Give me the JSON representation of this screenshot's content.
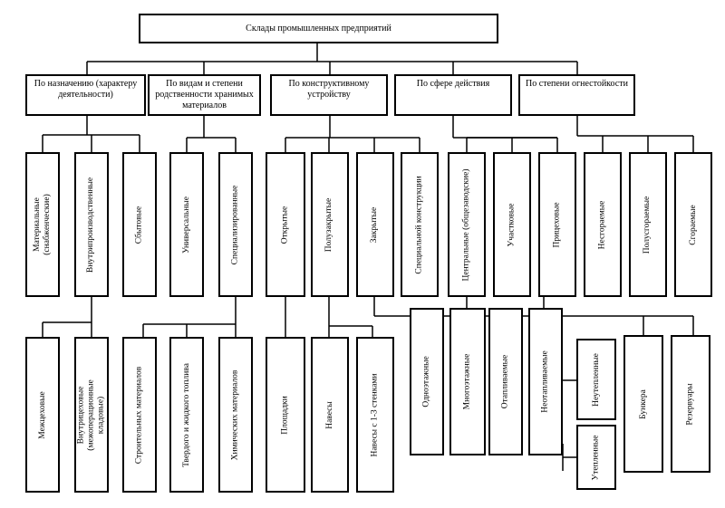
{
  "title": "Склады промышленных предприятий",
  "categories": [
    {
      "id": "c1",
      "label": "По назначению (характеру деятельности)"
    },
    {
      "id": "c2",
      "label": "По видам и степени родственности хранимых материалов"
    },
    {
      "id": "c3",
      "label": "По конструктивному устройству"
    },
    {
      "id": "c4",
      "label": "По сфере действия"
    },
    {
      "id": "c5",
      "label": "По степени огнестойкости"
    }
  ],
  "level2": [
    {
      "id": "m1",
      "label": "Материальные (снабженческие)"
    },
    {
      "id": "m2",
      "label": "Внутрипроизводственные"
    },
    {
      "id": "m3",
      "label": "Сбытовые"
    },
    {
      "id": "m4",
      "label": "Универсальные"
    },
    {
      "id": "m5",
      "label": "Специализированные"
    },
    {
      "id": "m6",
      "label": "Открытые"
    },
    {
      "id": "m7",
      "label": "Полузакрытые"
    },
    {
      "id": "m8",
      "label": "Закрытые"
    },
    {
      "id": "m9",
      "label": "Специальной конструкции"
    },
    {
      "id": "m10",
      "label": "Центральные (общезаводские)"
    },
    {
      "id": "m11",
      "label": "Участковые"
    },
    {
      "id": "m12",
      "label": "Прицеховые"
    },
    {
      "id": "m13",
      "label": "Несгораемые"
    },
    {
      "id": "m14",
      "label": "Полусгораемые"
    },
    {
      "id": "m15",
      "label": "Сгораемые"
    }
  ],
  "level3": [
    {
      "id": "b1",
      "label": "Межцеховые"
    },
    {
      "id": "b2",
      "label": "Внутрицеховые (межоперационные кладовые)"
    },
    {
      "id": "b3",
      "label": "Строительных материалов"
    },
    {
      "id": "b4",
      "label": "Твердого и жидкого топлива"
    },
    {
      "id": "b5",
      "label": "Химических материалов"
    },
    {
      "id": "b6",
      "label": "Площадки"
    },
    {
      "id": "b7",
      "label": "Навесы"
    },
    {
      "id": "b8",
      "label": "Навесы с 1-3 стенками"
    },
    {
      "id": "b9",
      "label": "Одноэтажные"
    },
    {
      "id": "b10",
      "label": "Многоэтажные"
    },
    {
      "id": "b11",
      "label": "Отапливаемые"
    },
    {
      "id": "b12",
      "label": "Неотапливаемые"
    },
    {
      "id": "b13",
      "label": "Неутепленные"
    },
    {
      "id": "b14",
      "label": "Утепленные"
    },
    {
      "id": "b15",
      "label": "Бункера"
    },
    {
      "id": "b16",
      "label": "Резервуары"
    }
  ]
}
